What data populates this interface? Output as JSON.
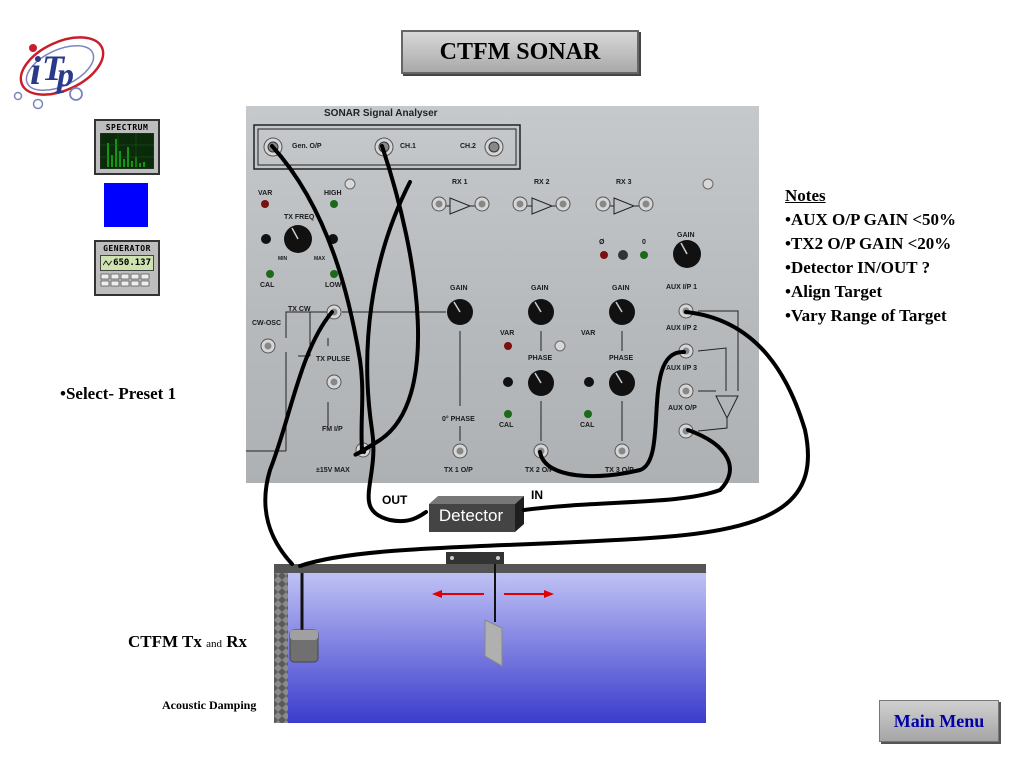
{
  "title": "CTFM SONAR",
  "side_icons": {
    "spectrum_label": "SPECTRUM",
    "generator_label": "GENERATOR",
    "generator_readout": "650.137"
  },
  "panel": {
    "title": "SONAR Signal Analyser",
    "gen_op": "Gen. O/P",
    "ch1": "CH.1",
    "ch2": "CH.2",
    "var": "VAR",
    "high": "HIGH",
    "tx_freq": "TX FREQ",
    "min": "MIN",
    "max": "MAX",
    "cal": "CAL",
    "low": "LOW",
    "tx_cw": "TX CW",
    "cw_osc": "CW-OSC",
    "tx_pulse": "TX PULSE",
    "fm_ip": "FM I/P",
    "v15_max": "±15V MAX",
    "rx1": "RX 1",
    "rx2": "RX 2",
    "rx3": "RX 3",
    "gain": "GAIN",
    "phase": "PHASE",
    "zero_phase": "0° PHASE",
    "tx1_op": "TX 1 O/P",
    "tx2_op": "TX 2 O/P",
    "tx3_op": "TX 3 O/P",
    "phi": "Ø",
    "zero": "0",
    "aux_ip1": "AUX I/P 1",
    "aux_ip2": "AUX I/P 2",
    "aux_ip3": "AUX I/P 3",
    "aux_op": "AUX O/P"
  },
  "notes": {
    "heading": "Notes",
    "items": [
      "•AUX O/P GAIN <50%",
      "•TX2 O/P GAIN <20%",
      "•Detector IN/OUT ?",
      "•Align Target",
      "•Vary Range of Target"
    ]
  },
  "select_preset": "•Select- Preset 1",
  "detector": {
    "label": "Detector",
    "out": "OUT",
    "in": "IN"
  },
  "tank": {
    "tx_label": "CTFM Tx",
    "and": "and",
    "rx_label": "Rx",
    "damping": "Acoustic Damping"
  },
  "main_menu": "Main Menu",
  "colors": {
    "blue_square": "#0000ff",
    "menu_text": "#0000aa",
    "arrow": "#e00000",
    "water_top": "#c4c6f6",
    "water_bottom": "#3a3ccc"
  }
}
